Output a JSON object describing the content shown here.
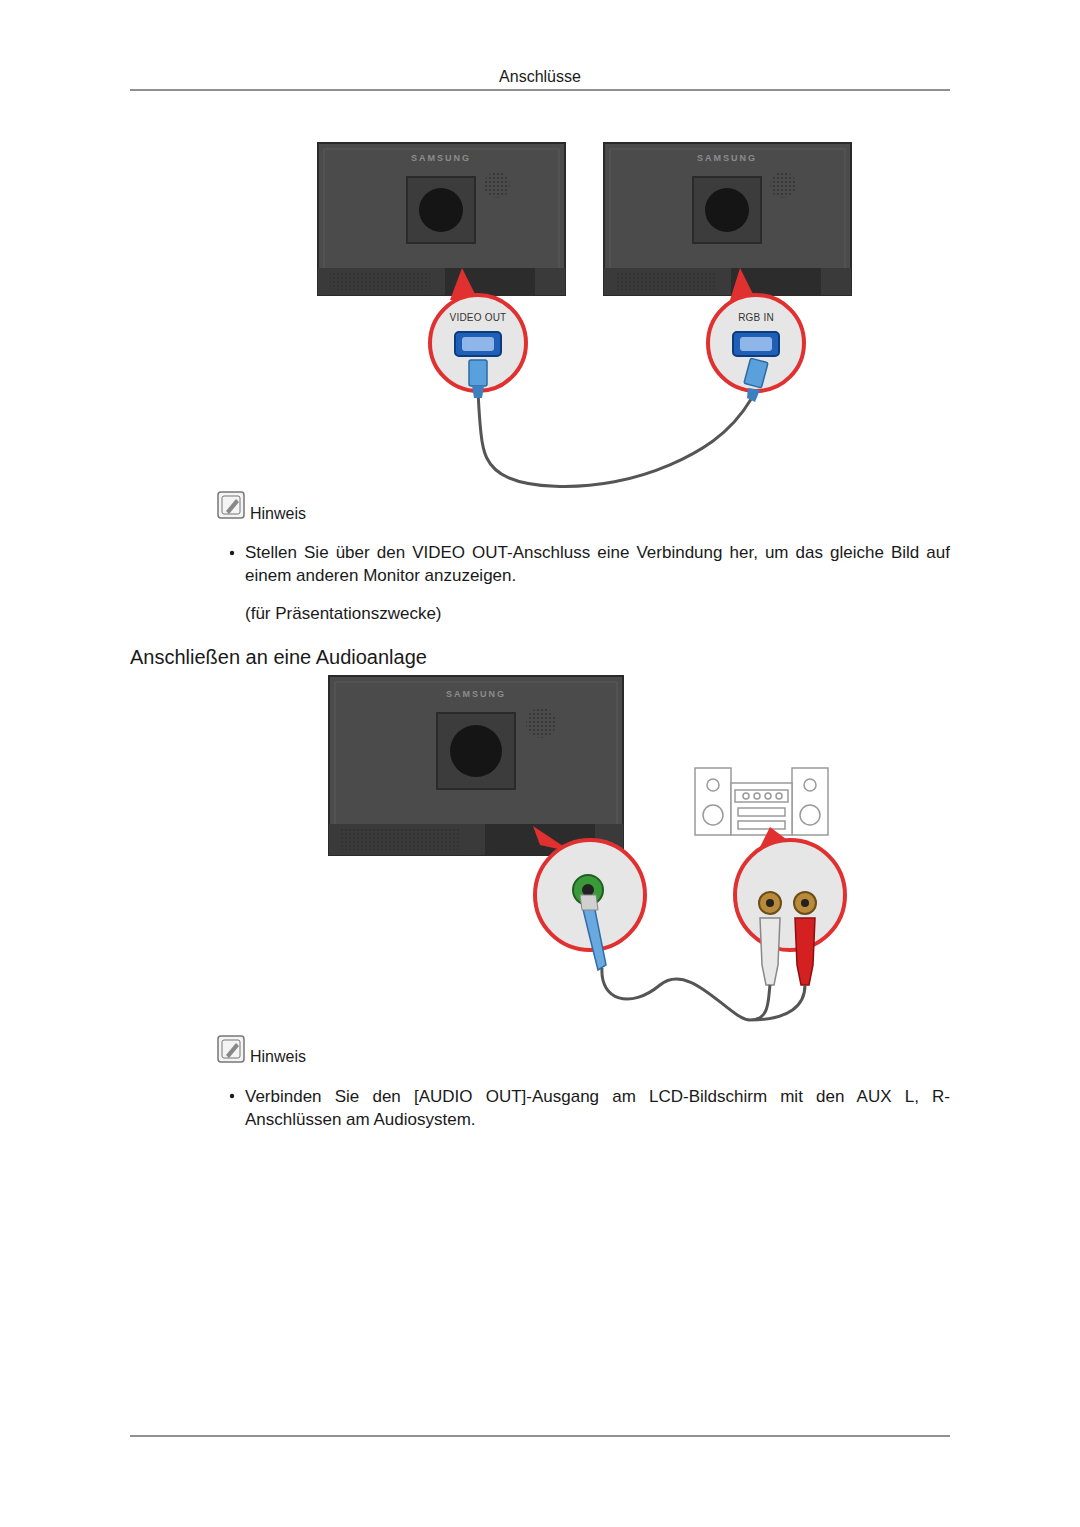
{
  "diagram": {
    "nodes": [
      {
        "text": [
          "VIDEO OUT"
        ]
      },
      {
        "text": [
          "RGB IN"
        ]
      }
    ],
    "edges": [
      {
        "from": 0,
        "to": 1,
        "arrow": "none"
      }
    ],
    "labels": [
      "Anschlüsse",
      "SAMSUNG",
      "SAMSUNG",
      "Hinweis",
      "Stellen Sie über den VIDEO OUT-Anschluss eine Verbindung her, um das gleiche Bild auf einem anderen Monitor anzuzeigen.",
      "(für Präsentationszwecke)",
      "Anschließen an eine Audioanlage",
      "SAMSUNG",
      "Hinweis",
      "Verbinden Sie den [AUDIO OUT]-Ausgang am LCD-Bildschirm mit den AUX L, R-Anschlüssen am Audiosystem."
    ]
  }
}
